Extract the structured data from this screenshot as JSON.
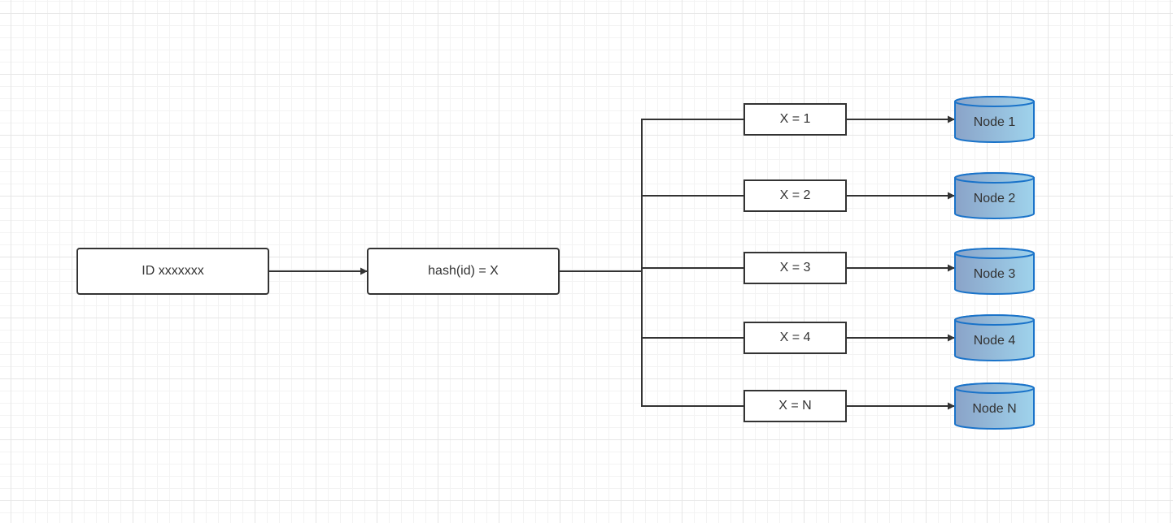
{
  "colors": {
    "line": "#333333",
    "cylinder_stroke": "#1a73c9",
    "cylinder_fill_left": "#8aa3c8",
    "cylinder_fill_right": "#9fd3ec"
  },
  "source": {
    "label": "ID xxxxxxx"
  },
  "hash": {
    "label": "hash(id) = X"
  },
  "branches": [
    {
      "condition": "X = 1",
      "node": "Node 1"
    },
    {
      "condition": "X = 2",
      "node": "Node 2"
    },
    {
      "condition": "X = 3",
      "node": "Node 3"
    },
    {
      "condition": "X = 4",
      "node": "Node 4"
    },
    {
      "condition": "X = N",
      "node": "Node N"
    }
  ]
}
